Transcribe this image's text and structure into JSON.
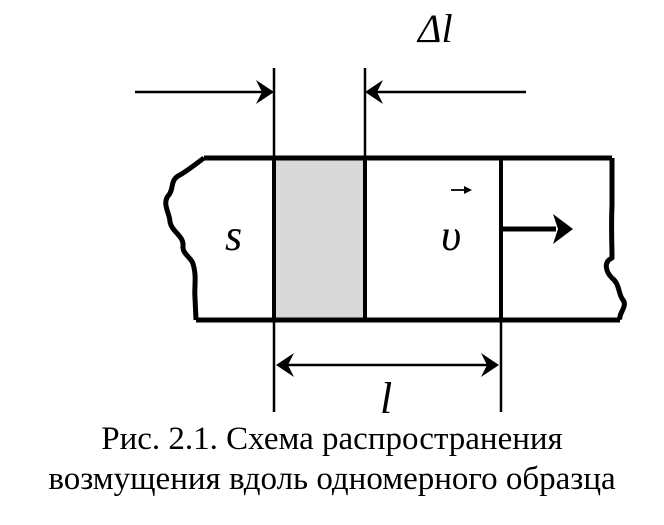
{
  "diagram": {
    "labels": {
      "delta_l": "Δl",
      "s": "s",
      "v": "υ",
      "l": "l"
    },
    "colors": {
      "line": "#000000",
      "shaded_region": "#d9d9d9",
      "background": "#ffffff"
    },
    "icons": {
      "vector_arrow": "right-arrow-icon",
      "velocity_arrow": "thick-right-arrow-icon"
    }
  },
  "caption": {
    "line1": "Рис. 2.1. Схема распространения",
    "line2": "возмущения вдоль одномерного образца"
  }
}
